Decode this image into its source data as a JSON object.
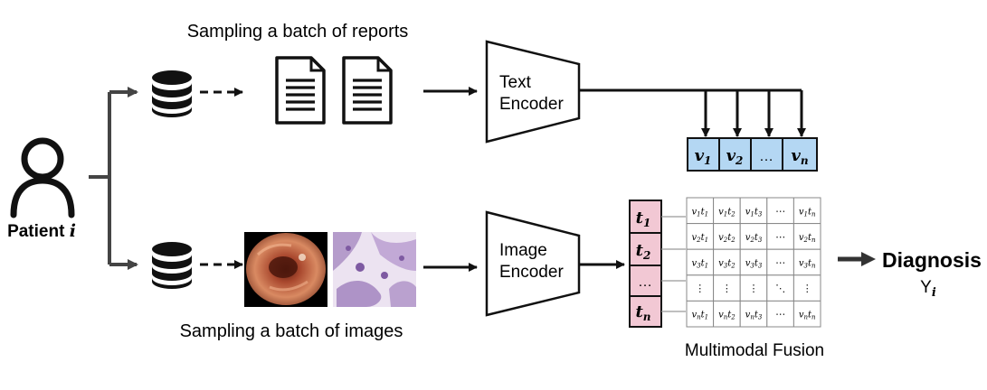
{
  "diagram": {
    "patient_label": "Patient",
    "patient_var": "i",
    "reports_caption": "Sampling a batch of reports",
    "images_caption": "Sampling a batch of images",
    "text_encoder": [
      "Text",
      "Encoder"
    ],
    "image_encoder": [
      "Image",
      "Encoder"
    ],
    "fusion_label": "Multimodal Fusion",
    "output_label": "Diagnosis",
    "output_var": "Y",
    "output_sub": "i",
    "text_features": [
      {
        "base": "v",
        "sub": "1"
      },
      {
        "base": "v",
        "sub": "2"
      },
      {
        "base": "…",
        "sub": ""
      },
      {
        "base": "v",
        "sub": "n"
      }
    ],
    "image_features": [
      {
        "base": "t",
        "sub": "1"
      },
      {
        "base": "t",
        "sub": "2"
      },
      {
        "base": "…",
        "sub": ""
      },
      {
        "base": "t",
        "sub": "n"
      }
    ],
    "matrix": [
      [
        "v1t1",
        "v1t2",
        "v1t3",
        "⋯",
        "v1tn"
      ],
      [
        "v2t1",
        "v2t2",
        "v2t3",
        "⋯",
        "v2tn"
      ],
      [
        "v3t1",
        "v3t2",
        "v3t3",
        "⋯",
        "v3tn"
      ],
      [
        "⋮",
        "⋮",
        "⋮",
        "⋱",
        "⋮"
      ],
      [
        "vnt1",
        "vnt2",
        "vnt3",
        "⋯",
        "vntn"
      ]
    ],
    "icons": [
      "user-icon",
      "database-icon",
      "document-icon",
      "endoscopy-image",
      "histology-image"
    ],
    "colors": {
      "text_feature_fill": "#b4d7f3",
      "image_feature_fill": "#f2c8d4",
      "arrow": "#111111",
      "branch": "#444444"
    }
  }
}
